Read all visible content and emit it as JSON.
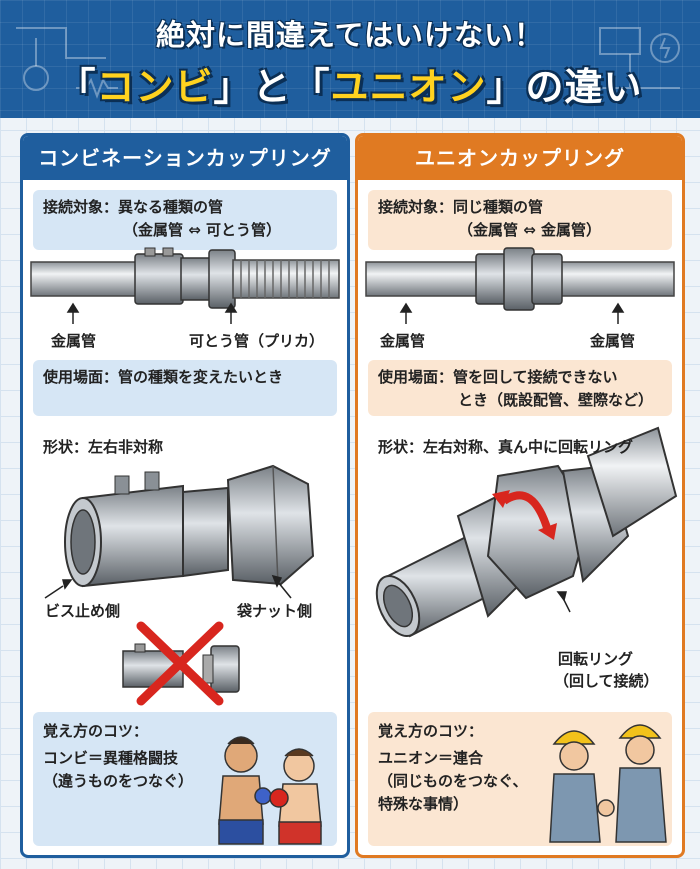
{
  "header": {
    "title": "絶対に間違えてはいけない！",
    "sub_q1": "「",
    "sub_combi": "コンビ",
    "sub_q2": "」と「",
    "sub_union": "ユニオン",
    "sub_q3": "」の違い"
  },
  "left": {
    "title": "コンビネーションカップリング",
    "target_label": "接続対象：異なる種類の管",
    "target_detail": "（金属管 ⇔ 可とう管）",
    "pipe_label_left": "金属管",
    "pipe_label_right": "可とう管（プリカ）",
    "usage": "使用場面：管の種類を変えたいとき",
    "shape": "形状：左右非対称",
    "screw_side": "ビス止め側",
    "nut_side": "袋ナット側",
    "tip_title": "覚え方のコツ：",
    "tip_line1": "コンビ＝異種格闘技",
    "tip_line2": "（違うものをつなぐ）"
  },
  "right": {
    "title": "ユニオンカップリング",
    "target_label": "接続対象：同じ種類の管",
    "target_detail": "（金属管 ⇔ 金属管）",
    "pipe_label_left": "金属管",
    "pipe_label_right": "金属管",
    "usage_line1": "使用場面：管を回して接続できない",
    "usage_line2": "とき（既設配管、壁際など）",
    "shape": "形状：左右対称、真ん中に回転リング",
    "ring_label1": "回転リング",
    "ring_label2": "（回して接続）",
    "tip_title": "覚え方のコツ：",
    "tip_line1": "ユニオン＝連合",
    "tip_line2": "（同じものをつなぐ、",
    "tip_line3": "特殊な事情）"
  },
  "colors": {
    "blue": "#1f5e9e",
    "orange": "#e07a22",
    "yellow": "#ffd21f",
    "red": "#d8261e"
  }
}
